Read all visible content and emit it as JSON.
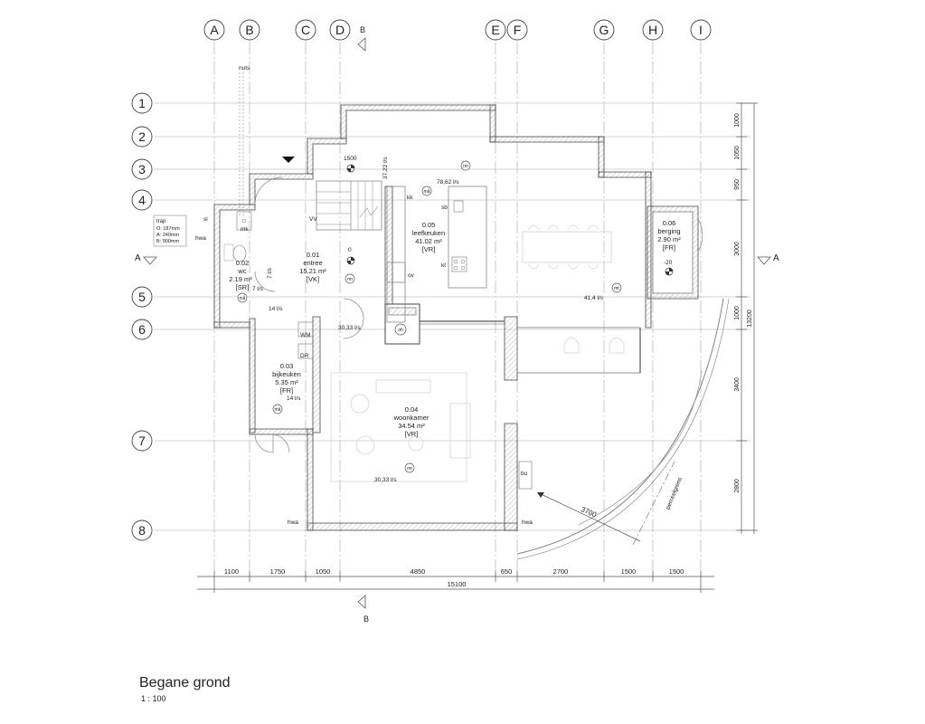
{
  "grid": {
    "columns": [
      "A",
      "B",
      "C",
      "D",
      "E",
      "F",
      "G",
      "H",
      "I"
    ],
    "rows": [
      "1",
      "2",
      "3",
      "4",
      "5",
      "6",
      "7",
      "8"
    ]
  },
  "section_marks": {
    "a_left": "A",
    "a_right": "A",
    "b_top": "B",
    "b_bottom": "B"
  },
  "rooms": [
    {
      "id": "entree",
      "number": "0.01",
      "name": "entree",
      "area": "15.21 m²",
      "code": "[VK]"
    },
    {
      "id": "wc",
      "number": "0.02",
      "name": "wc",
      "area": "2.19 m²",
      "code": "[SR]"
    },
    {
      "id": "bijkeuken",
      "number": "0.03",
      "name": "bijkeuken",
      "area": "5.35 m²",
      "code": "[FR]"
    },
    {
      "id": "woonkamer",
      "number": "0.04",
      "name": "woonkamer",
      "area": "34.54 m²",
      "code": "[VR]"
    },
    {
      "id": "leefkeuken",
      "number": "0.05",
      "name": "leefkeuken",
      "area": "41.02 m²",
      "code": "[VR]"
    },
    {
      "id": "berging",
      "number": "0.06",
      "name": "berging",
      "area": "2.90 m²",
      "code": "[FR]"
    }
  ],
  "labels": {
    "nuts": "nuts",
    "sl": "sl",
    "hwa": "hwa",
    "mk": "mk",
    "ma": "må",
    "rm": "rm",
    "mt": "mt",
    "kk": "kk",
    "sb": "sb",
    "kt": "kt",
    "ov": "ov",
    "oh": "oh",
    "wm": "WM",
    "dr": "DR",
    "bu": "bu",
    "perceelgrens": "perceelgrens",
    "level_1500": "1500",
    "level_0": "0",
    "level_minus20": "-20",
    "radius_3700": "3700"
  },
  "flows": {
    "f_37_22": "37,22 l/s",
    "f_78_62": "78,62 l/s",
    "f_7a": "7 l/s",
    "f_7b": "7 l/s",
    "f_14a": "14 l/s",
    "f_14b": "14 l/s",
    "f_30_33a": "30,33 l/s",
    "f_30_33b": "30,33 l/s",
    "f_41_4": "41,4 l/s"
  },
  "stair_note": {
    "title": "trap",
    "line1": "O: 187mm",
    "line2": "A: 240mm",
    "line3": "B: 900mm"
  },
  "dims_bottom": {
    "segments": [
      "1100",
      "1750",
      "1050",
      "4850",
      "650",
      "2700",
      "1500",
      "1500"
    ],
    "total": "15100"
  },
  "dims_right": {
    "segments": [
      "1000",
      "1050",
      "950",
      "3000",
      "1000",
      "3400",
      "2800"
    ],
    "total": "13200"
  },
  "title": "Begane grond",
  "scale": "1 : 100"
}
